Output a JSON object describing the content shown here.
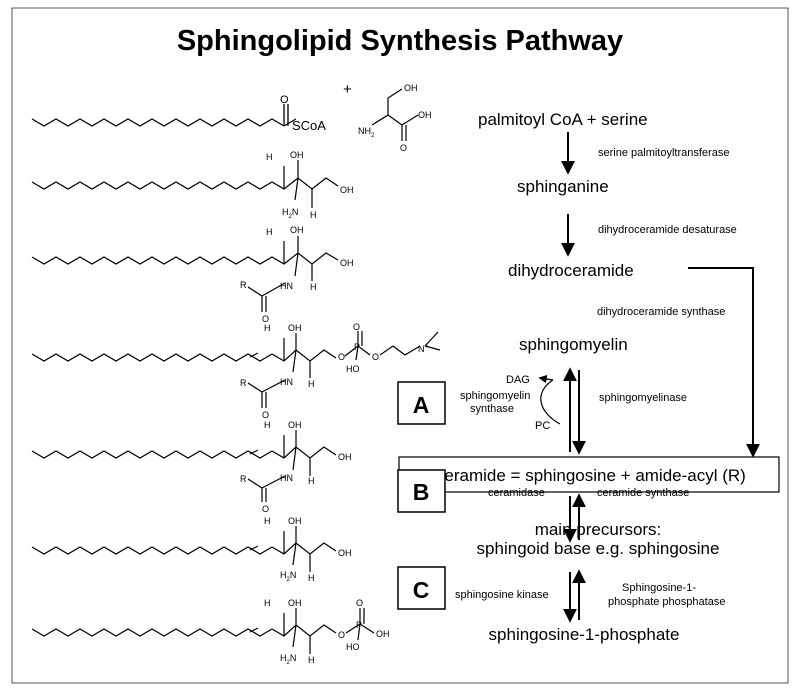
{
  "title": "Sphingolipid Synthesis Pathway",
  "structure_labels": {
    "plus": "+",
    "o": "O",
    "scoa": "SCoA",
    "oh": "OH",
    "ho": "HO",
    "nh2": "NH",
    "nh2_sub": "2",
    "h": "H",
    "r": "R",
    "p": "P",
    "n_plus": "N"
  },
  "pathway": {
    "palmitoyl": "palmitoyl CoA + serine",
    "enzyme_spt": "serine palmitoyltransferase",
    "sphinganine": "sphinganine",
    "enzyme_desaturase": "dihydroceramide desaturase",
    "dihydroceramide": "dihydroceramide",
    "enzyme_dh_synthase": "dihydroceramide synthase",
    "sphingomyelin": "sphingomyelin",
    "dag": "DAG",
    "pc": "PC",
    "enzyme_sm_synthase_1": "sphingomyelin",
    "enzyme_sm_synthase_2": "synthase",
    "enzyme_smase": "sphingomyelinase",
    "ceramide": "Ceramide = sphingosine + amide-acyl (R)",
    "enzyme_ceramidase": "ceramidase",
    "enzyme_cer_synthase": "ceramide synthase",
    "precursors_1": "main precursors:",
    "precursors_2": "sphingoid base e.g. sphingosine",
    "enzyme_sk": "sphingosine kinase",
    "enzyme_s1pp_1": "Sphingosine-1-",
    "enzyme_s1pp_2": "phosphate phosphatase",
    "s1p": "sphingosine-1-phosphate"
  },
  "boxes": {
    "a": "A",
    "b": "B",
    "c": "C"
  }
}
